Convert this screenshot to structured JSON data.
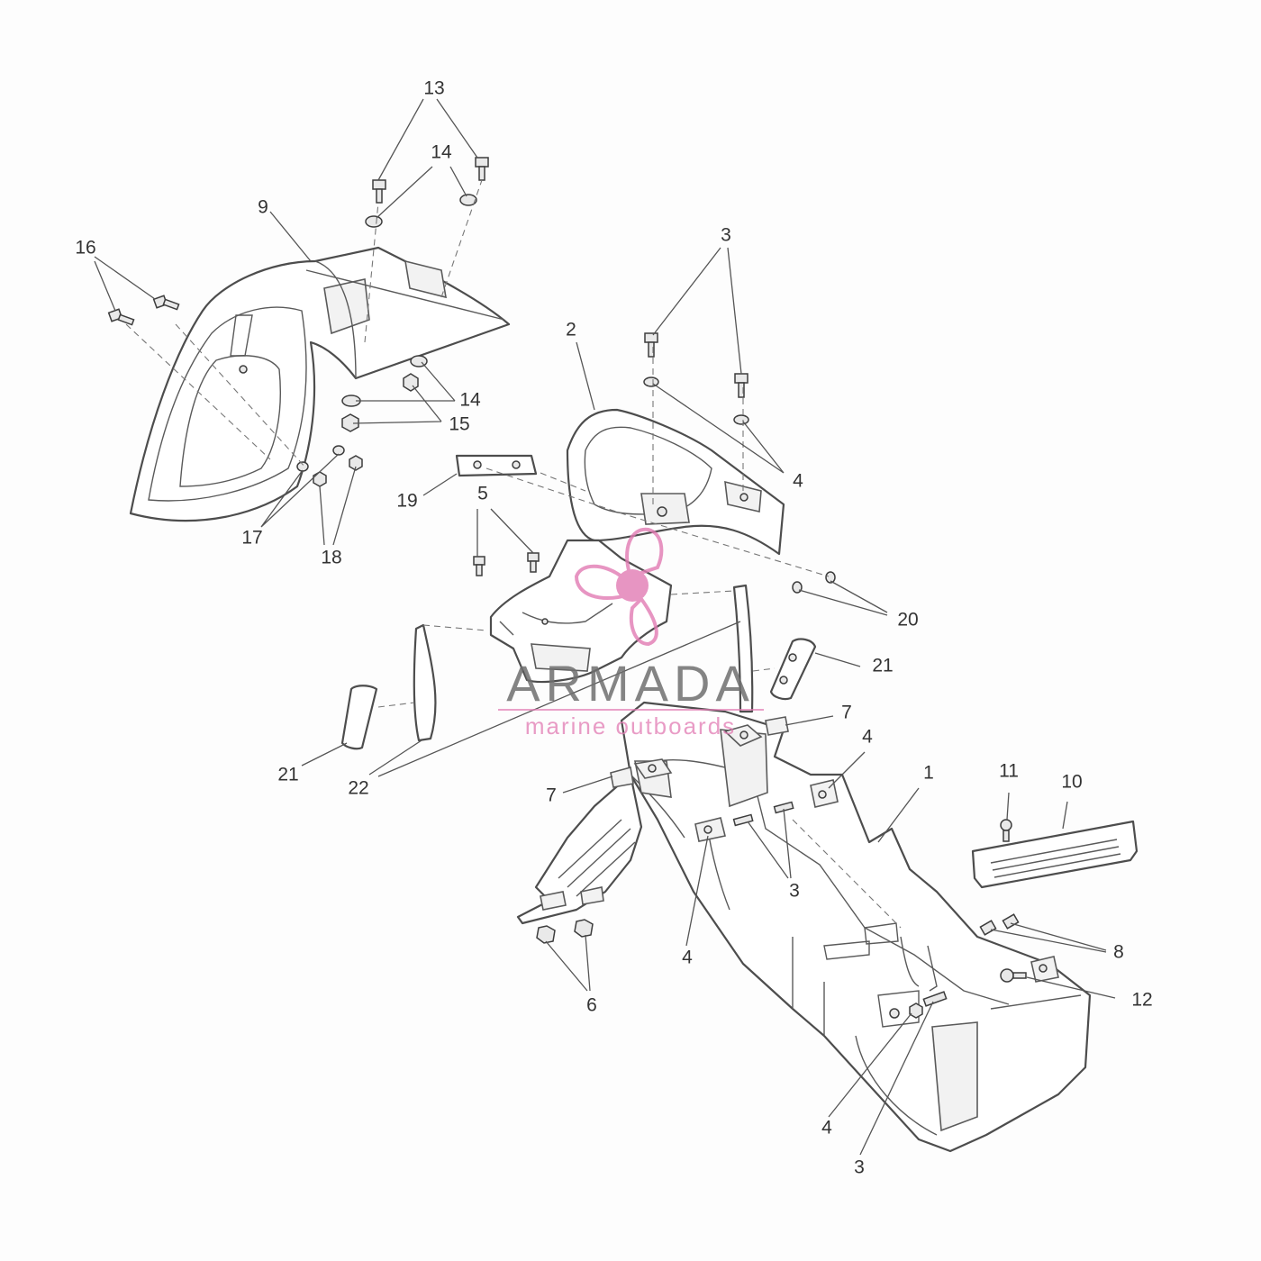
{
  "callouts": {
    "c13": "13",
    "c14a": "14",
    "c9": "9",
    "c16": "16",
    "c3a": "3",
    "c2": "2",
    "c14b": "14",
    "c15": "15",
    "c4a": "4",
    "c19": "19",
    "c5": "5",
    "c17": "17",
    "c18": "18",
    "c20": "20",
    "c21a": "21",
    "c21b": "21",
    "c22": "22",
    "c7a": "7",
    "c4b": "4",
    "c1": "1",
    "c11": "11",
    "c10": "10",
    "c7b": "7",
    "c3b": "3",
    "c4c": "4",
    "c8": "8",
    "c6": "6",
    "c12": "12",
    "c4d": "4",
    "c3c": "3"
  },
  "watermark": {
    "brand": "ARMADA",
    "tagline": "marine outboards",
    "accent_color": "#e27bb3",
    "icon": "propeller-logo-icon"
  },
  "colors": {
    "line": "#4d4d4d",
    "label": "#333333",
    "background": "#fdfdfd"
  }
}
